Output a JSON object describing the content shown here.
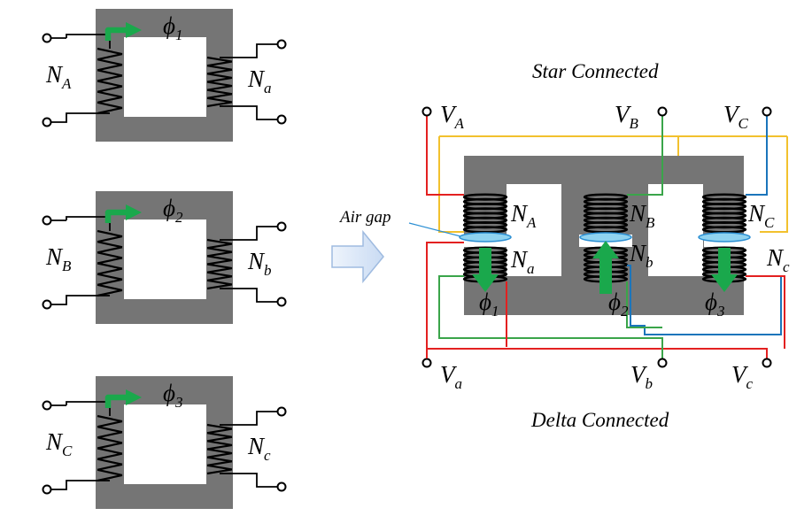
{
  "colors": {
    "core": "#757575",
    "flux_arrow": "#1aa84c",
    "winding": "#000000",
    "wire_red": "#e32020",
    "wire_green": "#3aa54a",
    "wire_blue": "#1b75bb",
    "wire_yellow": "#f2c12e",
    "gap_fill": "#8fd3f0",
    "gap_stroke": "#2b8fd3",
    "arrow_fill": "#dce9f9",
    "arrow_stroke": "#9fbbe0"
  },
  "single_phase": [
    {
      "flux": {
        "sym": "ϕ",
        "sub": "1"
      },
      "primary": {
        "sym": "N",
        "sub": "A"
      },
      "secondary": {
        "sym": "N",
        "sub": "a"
      }
    },
    {
      "flux": {
        "sym": "ϕ",
        "sub": "2"
      },
      "primary": {
        "sym": "N",
        "sub": "B"
      },
      "secondary": {
        "sym": "N",
        "sub": "b"
      }
    },
    {
      "flux": {
        "sym": "ϕ",
        "sub": "3"
      },
      "primary": {
        "sym": "N",
        "sub": "C"
      },
      "secondary": {
        "sym": "N",
        "sub": "c"
      }
    }
  ],
  "three_phase": {
    "star_label": "Star Connected",
    "delta_label": "Delta Connected",
    "air_gap_label": "Air gap",
    "primary_terminals": [
      {
        "sym": "V",
        "sub": "A"
      },
      {
        "sym": "V",
        "sub": "B"
      },
      {
        "sym": "V",
        "sub": "C"
      }
    ],
    "secondary_terminals": [
      {
        "sym": "V",
        "sub": "a"
      },
      {
        "sym": "V",
        "sub": "b"
      },
      {
        "sym": "V",
        "sub": "c"
      }
    ],
    "primary_windings": [
      {
        "sym": "N",
        "sub": "A"
      },
      {
        "sym": "N",
        "sub": "B"
      },
      {
        "sym": "N",
        "sub": "C"
      }
    ],
    "secondary_windings": [
      {
        "sym": "N",
        "sub": "a"
      },
      {
        "sym": "N",
        "sub": "b"
      },
      {
        "sym": "N",
        "sub": "c"
      }
    ],
    "fluxes": [
      {
        "sym": "ϕ",
        "sub": "1"
      },
      {
        "sym": "ϕ",
        "sub": "2"
      },
      {
        "sym": "ϕ",
        "sub": "3"
      }
    ]
  }
}
